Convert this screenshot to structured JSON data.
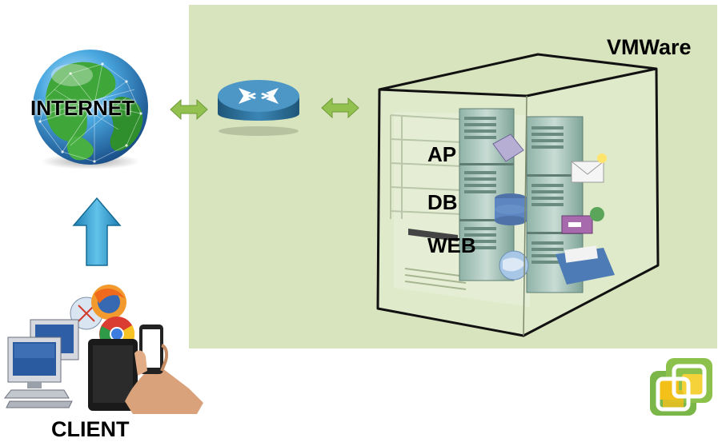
{
  "labels": {
    "vmware": "VMWare",
    "internet": "INTERNET",
    "client": "CLIENT",
    "ap": "AP",
    "db": "DB",
    "web": "WEB"
  },
  "icons": {
    "globe": "globe-icon",
    "router": "router-icon",
    "server_case": "server-case-icon",
    "upload_arrow": "up-arrow-icon",
    "client_devices": "client-devices-icon",
    "vmware_logo": "vmware-logo-icon"
  },
  "colors": {
    "vm_panel": "#d7e4bd",
    "link_arrow": "#92c14f",
    "up_arrow": "#3a9fcf",
    "router": "#2f6f9a",
    "vmware_logo_green": "#7ab648",
    "vmware_logo_yellow": "#f3c01a"
  }
}
